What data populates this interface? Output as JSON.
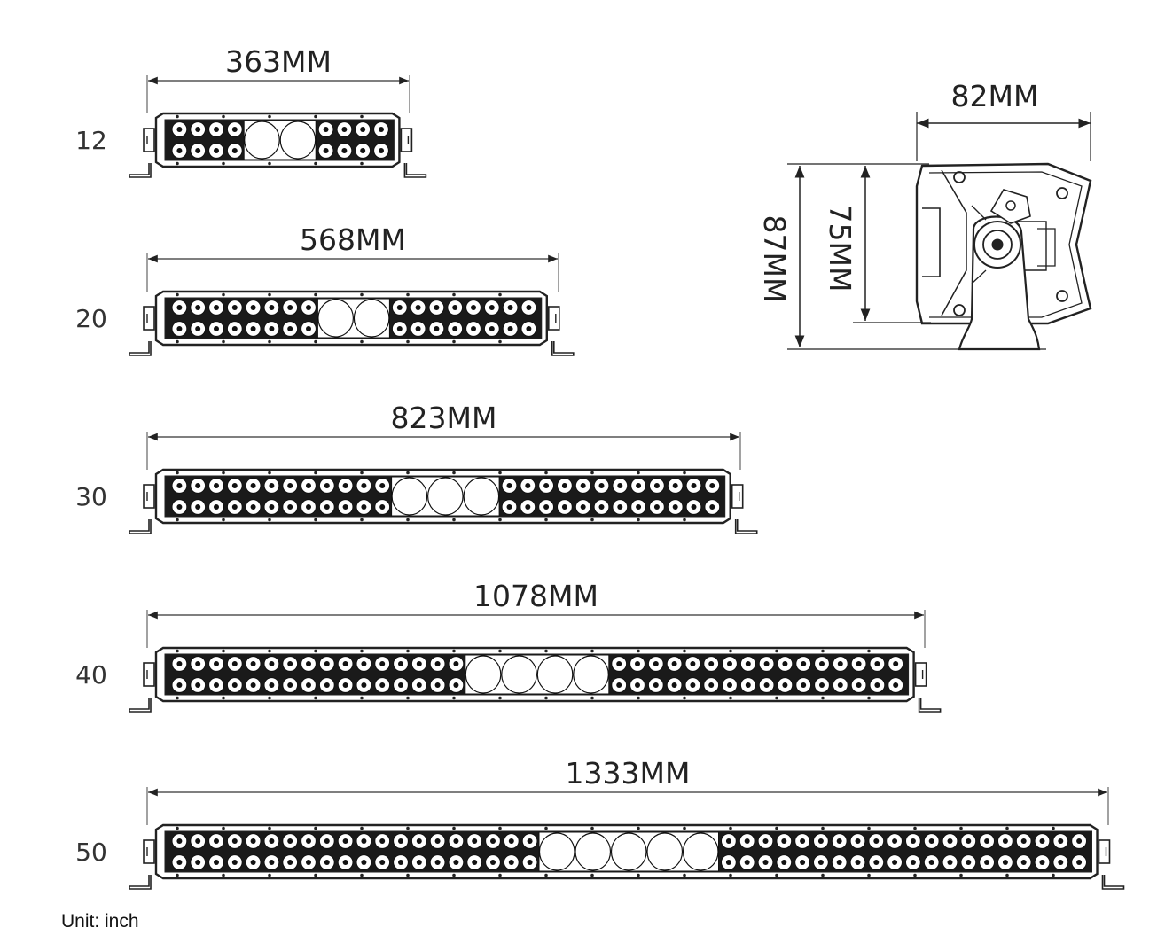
{
  "bars": [
    {
      "size": "12",
      "length": "363MM",
      "leds_per_side": 4,
      "spots": 2
    },
    {
      "size": "20",
      "length": "568MM",
      "leds_per_side": 8,
      "spots": 2
    },
    {
      "size": "30",
      "length": "823MM",
      "leds_per_side": 12,
      "spots": 3
    },
    {
      "size": "40",
      "length": "1078MM",
      "leds_per_side": 16,
      "spots": 4
    },
    {
      "size": "50",
      "length": "1333MM",
      "leds_per_side": 20,
      "spots": 5
    }
  ],
  "side_view": {
    "depth": "82MM",
    "total_height": "87MM",
    "body_height": "75MM"
  },
  "unit_note": "Unit: inch"
}
